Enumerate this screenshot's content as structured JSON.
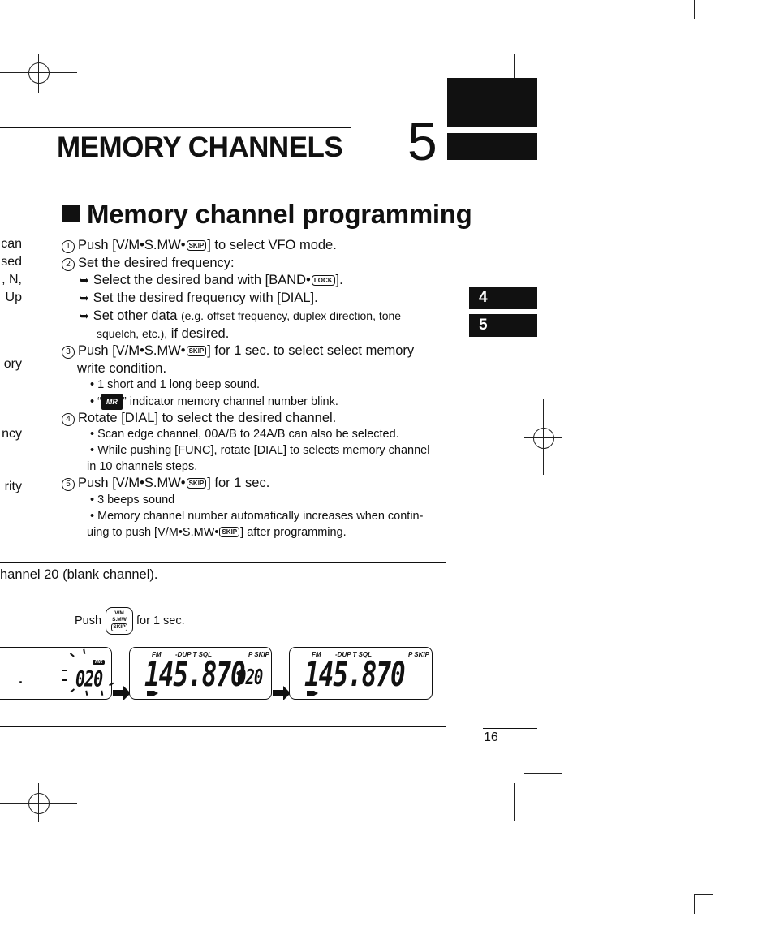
{
  "chapter": {
    "title": "MEMORY CHANNELS",
    "number": "5"
  },
  "section": {
    "title": "Memory channel programming"
  },
  "left_fragments": [
    "can",
    "sed",
    ", N,",
    "Up",
    "ory",
    "ncy",
    "rity"
  ],
  "steps": [
    {
      "num": "1",
      "text_a": "Push [V/M•S.MW•",
      "key": "SKIP",
      "text_b": "] to select VFO mode."
    },
    {
      "num": "2",
      "text": "Set the desired frequency:"
    },
    {
      "num": "3",
      "text_a": "Push [V/M•S.MW•",
      "key": "SKIP",
      "text_b": "] for 1 sec. to select select memory",
      "text_c": "write condition."
    },
    {
      "num": "4",
      "text": "Rotate [DIAL] to select the desired channel."
    },
    {
      "num": "5",
      "text_a": "Push [V/M•S.MW•",
      "key": "SKIP",
      "text_b": "] for 1 sec."
    }
  ],
  "substeps": {
    "band_a": "Select the desired band with [BAND•",
    "band_key": "LOCK",
    "band_b": "].",
    "freq": "Set the desired frequency with [DIAL].",
    "other_a": "Set other data",
    "other_small": "(e.g. offset frequency, duplex direction, tone",
    "other_small2": "squelch, etc.),",
    "other_b": "if desired."
  },
  "notes": {
    "beep": "1 short and 1 long beep sound.",
    "mr_a": "“",
    "mr_icon": "MR",
    "mr_b": "” indicator memory channel number blink.",
    "scan_edge": "Scan edge channel, 00A/B to 24A/B can also be selected.",
    "func_a": "While pushing [FUNC], rotate [DIAL] to selects memory channel",
    "func_b": "in 10 channels steps.",
    "beeps3": "3 beeps sound",
    "auto_a": "Memory channel number automatically increases when contin-",
    "auto_b_a": "uing to push [V/M•S.MW•",
    "auto_key": "SKIP",
    "auto_b_b": "] after programming."
  },
  "figure": {
    "caption": "hannel 20 (blank channel).",
    "push_label": "Push",
    "push_key": {
      "l1": "V/M",
      "l2": "S.MW",
      "l3": "SKIP"
    },
    "push_suffix": "for 1 sec.",
    "lcd1": {
      "mr": "MR",
      "dot": ".",
      "channel": "020"
    },
    "lcd2": {
      "mode": "FM",
      "dup": "-DUP T SQL",
      "pskip": "P SKIP",
      "freq": "145.870",
      "channel": "020"
    },
    "lcd3": {
      "mode": "FM",
      "dup": "-DUP T SQL",
      "pskip": "P SKIP",
      "freq": "145.870"
    }
  },
  "side_tabs": [
    "4",
    "5"
  ],
  "page_number": "16"
}
